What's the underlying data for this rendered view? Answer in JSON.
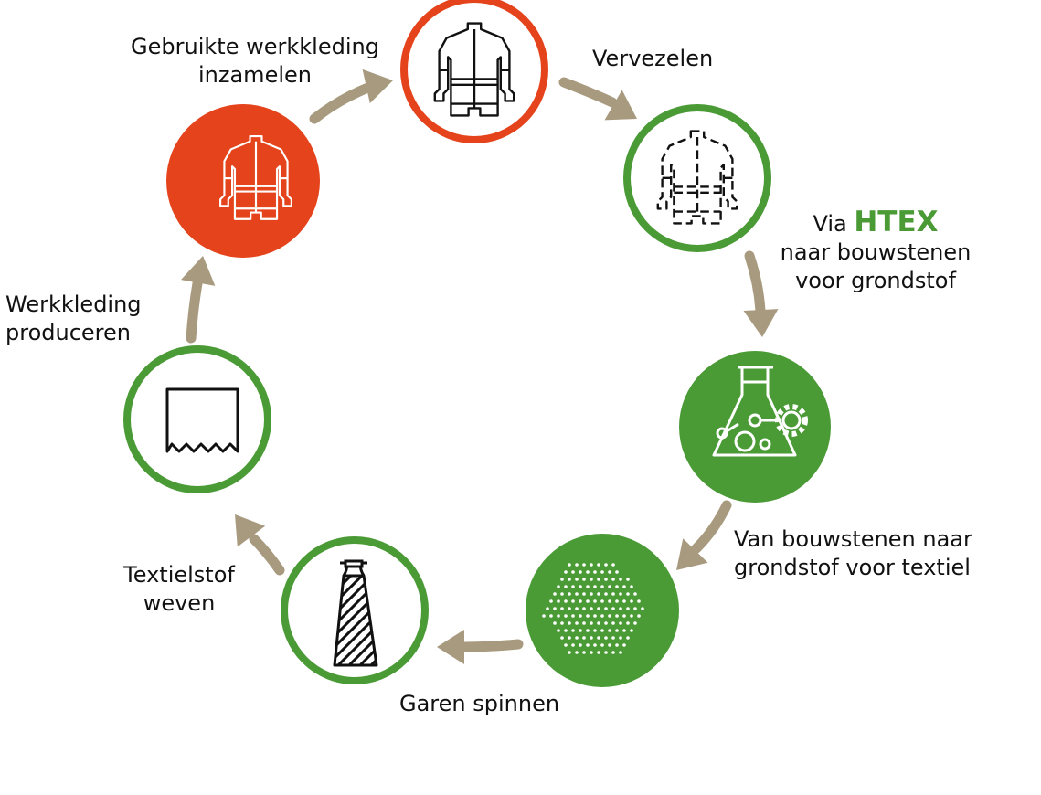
{
  "colors": {
    "orange": "#e4431b",
    "green": "#4a9a36",
    "arrow": "#a89a7e",
    "line": "#111111"
  },
  "steps": [
    {
      "id": "collect",
      "line1": "Gebruikte werkkleding",
      "line2": "inzamelen",
      "icon": "jacket-icon",
      "ring": "orange",
      "filled": true
    },
    {
      "id": "shred",
      "line1": "Vervezelen",
      "icon": "jacket-icon",
      "ring": "orange",
      "filled": false
    },
    {
      "id": "htex",
      "line1_prefix": "Via",
      "line1_brand": "HTEX",
      "line2": "naar bouwstenen",
      "line3": "voor grondstof",
      "icon": "dashed-jacket-icon",
      "ring": "green",
      "filled": false
    },
    {
      "id": "chem",
      "line1": "Van bouwstenen naar",
      "line2": "grondstof voor textiel",
      "icon": "flask-gear-icon",
      "ring": "green",
      "filled": true
    },
    {
      "id": "spin",
      "line1": "Garen spinnen",
      "icon": "dot-hexagon-icon",
      "ring": "green",
      "filled": true
    },
    {
      "id": "weave",
      "line1": "Textielstof",
      "line2": "weven",
      "icon": "yarn-cone-icon",
      "ring": "green",
      "filled": false
    },
    {
      "id": "produce",
      "line1": "Werkkleding",
      "line2": "produceren",
      "icon": "fabric-icon",
      "ring": "green",
      "filled": false
    }
  ]
}
